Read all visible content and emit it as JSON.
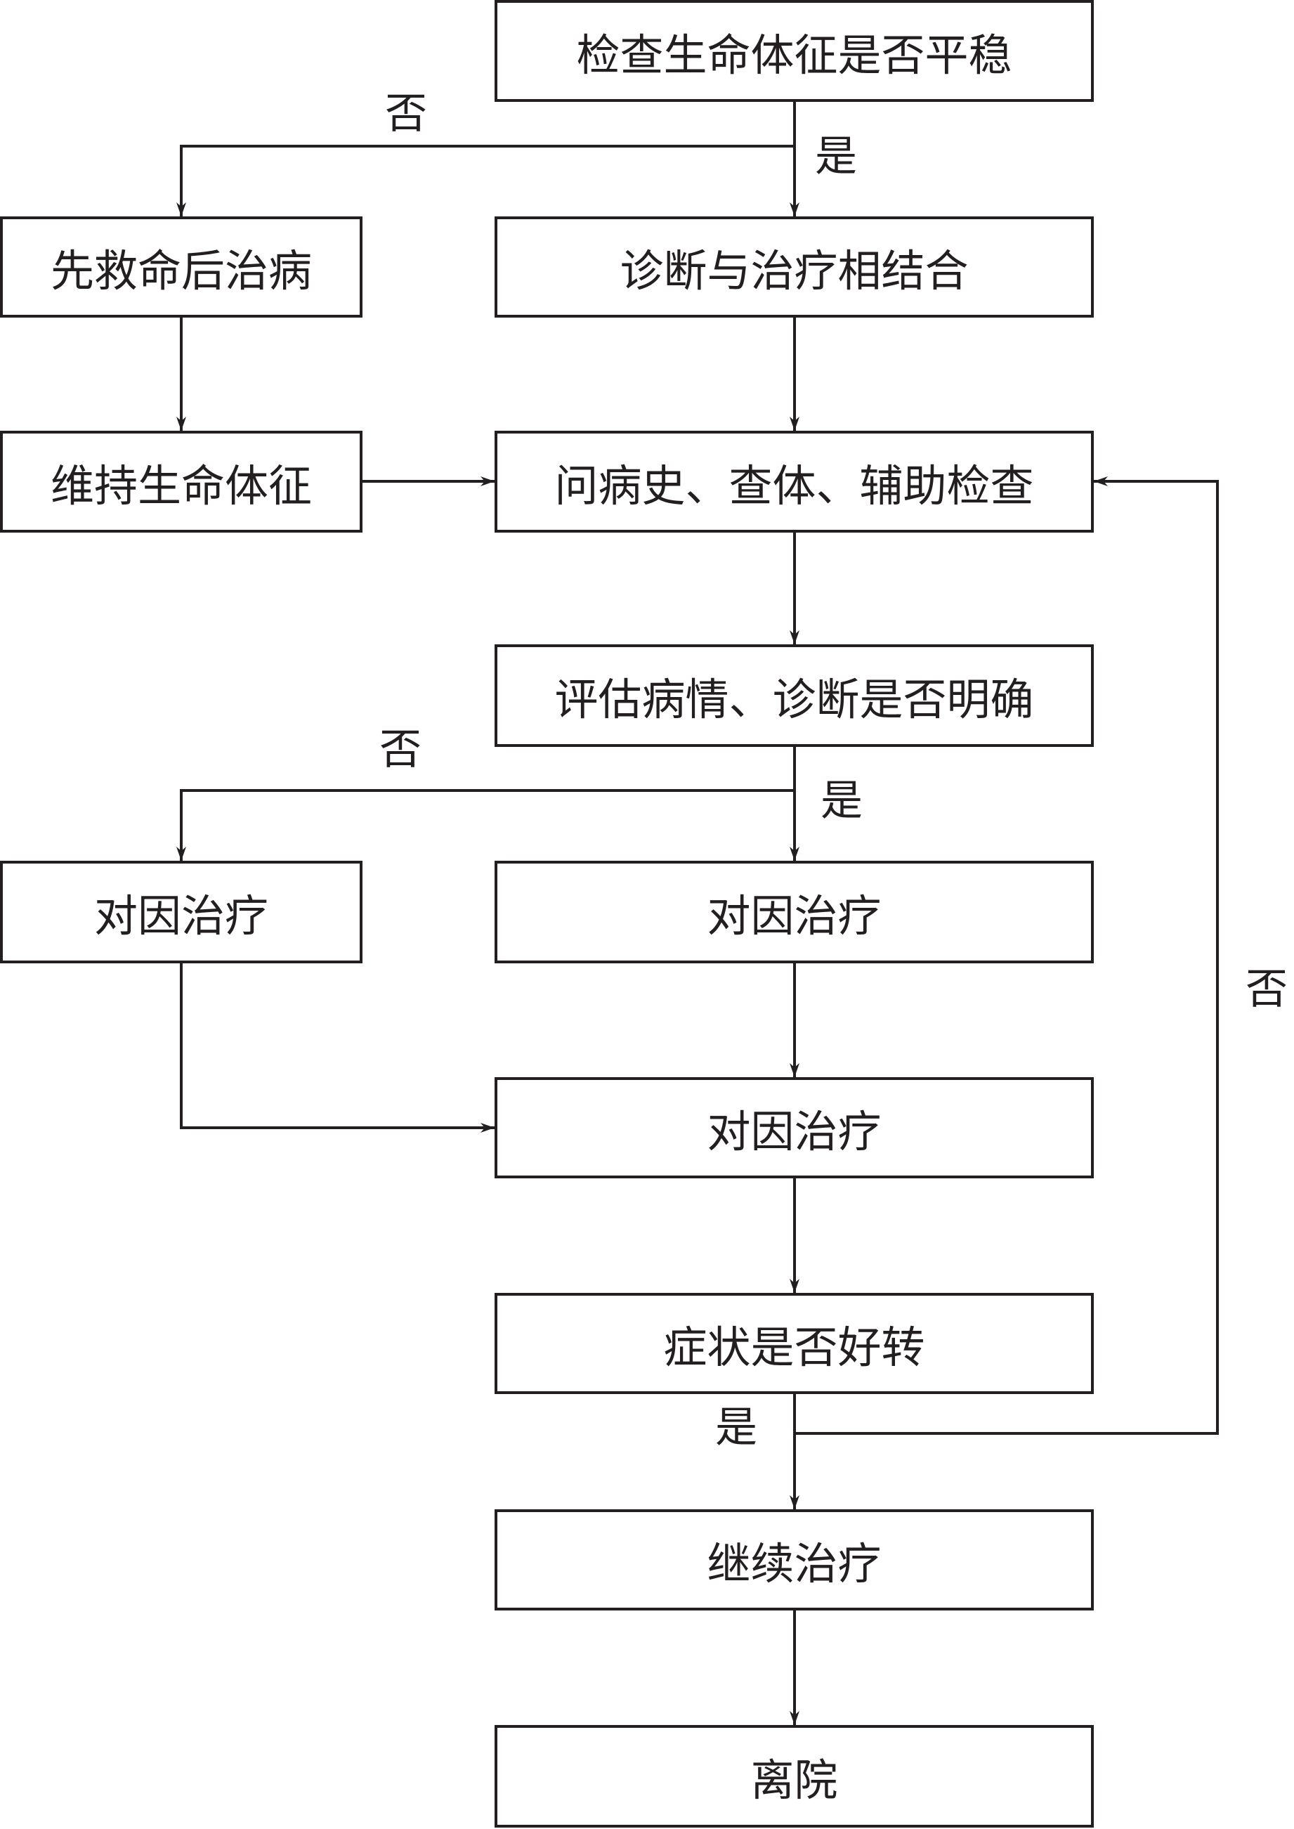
{
  "nodes": {
    "check_vitals": "检查生命体征是否平稳",
    "save_life_first": "先救命后治病",
    "diagnose_and_treat": "诊断与治疗相结合",
    "maintain_vitals": "维持生命体征",
    "history_exam": "问病史、查体、辅助检查",
    "assess_condition": "评估病情、诊断是否明确",
    "causal_treatment_left": "对因治疗",
    "causal_treatment_right": "对因治疗",
    "causal_treatment_merge": "对因治疗",
    "symptom_improved": "症状是否好转",
    "continue_treatment": "继续治疗",
    "discharge": "离院"
  },
  "edge_labels": {
    "vitals_no": "否",
    "vitals_yes": "是",
    "diagnosis_no": "否",
    "diagnosis_yes": "是",
    "improve_yes": "是",
    "improve_no": "否"
  },
  "colors": {
    "stroke": "#231f20",
    "background": "#ffffff"
  }
}
